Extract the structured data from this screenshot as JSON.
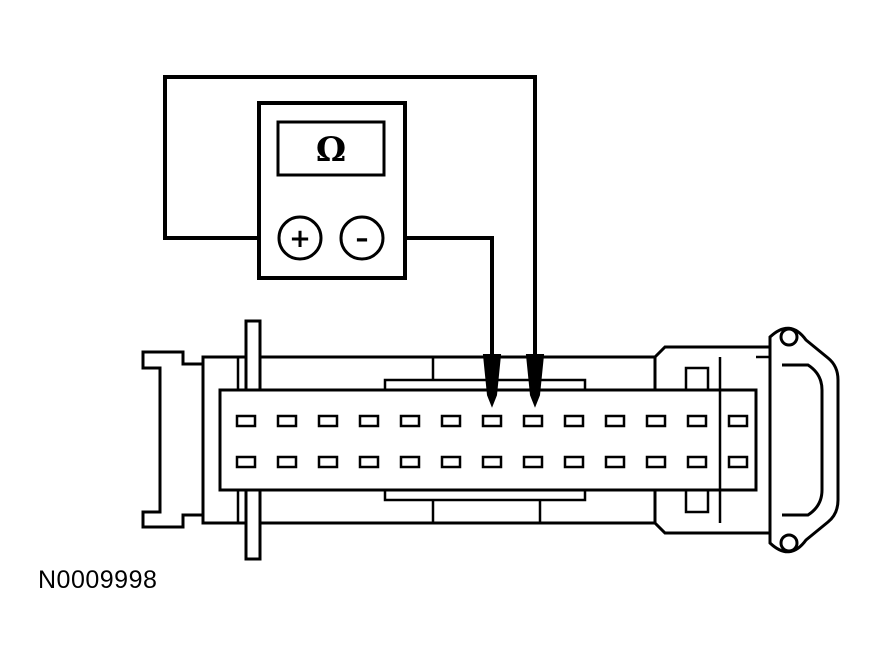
{
  "meter": {
    "display_symbol": "Ω",
    "positive_label": "+",
    "negative_label": "–"
  },
  "connector": {
    "pin_rows": 2,
    "pins_per_row": 13
  },
  "figure_id": "N0009998",
  "colors": {
    "line": "#000000",
    "background": "#ffffff"
  }
}
